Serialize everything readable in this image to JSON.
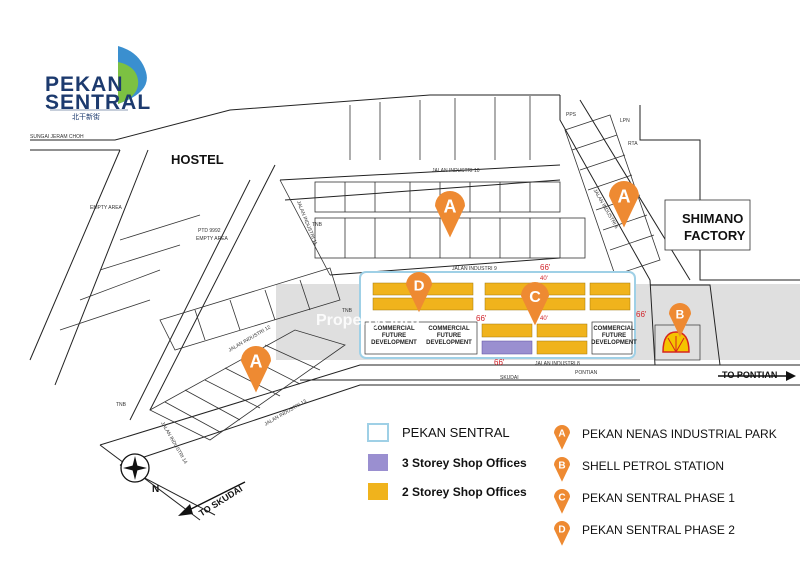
{
  "logo": {
    "line1": "PEKAN",
    "line2": "SENTRAL",
    "chinese": "北干新街"
  },
  "labels": {
    "sungai": "SUNGAI JERAM CHOH",
    "hostel": "HOSTEL",
    "empty_area": "EMPTY AREA",
    "ptd": "PTD 9992",
    "ptd_sub": "EMPTY AREA",
    "shimano1": "SHIMANO",
    "shimano2": "FACTORY",
    "pps": "PPS",
    "lpn": "LPN",
    "rta": "RTA",
    "tnb1": "TNB",
    "tnb2": "TNB",
    "tnb3": "TNB"
  },
  "roads": {
    "jalan_industri_10": "JALAN INDUSTRI 10",
    "jalan_industri_9": "JALAN INDUSTRI 9",
    "jalan_industri_8": "JALAN INDUSTRI 8",
    "jalan_industri_6": "JALAN INDUSTRI 6",
    "jalan_industri_11": "JALAN INDUSTRI 11",
    "jalan_industri_12": "JALAN INDUSTRI 12",
    "jalan_industri_13": "JALAN INDUSTRI 13",
    "jalan_industri_14": "JALAN INDUSTRI 14",
    "skudai": "SKUDAI",
    "pontian": "PONTIAN",
    "to_pontian": "TO PONTIAN",
    "to_skudai": "TO SKUDAI"
  },
  "blocks": {
    "cfd1_l1": "COMMERCIAL",
    "cfd1_l2": "FUTURE",
    "cfd1_l3": "DEVELOPMENT",
    "cfd2_l1": "COMMERCIAL",
    "cfd2_l2": "FUTURE",
    "cfd2_l3": "DEVELOPMENT",
    "cfd3_l1": "COMMERCIAL",
    "cfd3_l2": "FUTURE",
    "cfd3_l3": "DEVELOPMENT"
  },
  "dimensions": {
    "d1": "66'",
    "d2": "40'",
    "d3": "66'",
    "d4": "66'",
    "d5": "40'",
    "d6": "66'"
  },
  "watermark": "PropertyGuru",
  "compass": {
    "north": "N"
  },
  "markers": {
    "a_top": "A",
    "a_left": "A",
    "a_right": "A",
    "b": "B",
    "c": "C",
    "d": "D"
  },
  "legend": {
    "pekan_sentral": "PEKAN SENTRAL",
    "three_storey": "3 Storey Shop Offices",
    "two_storey": "2 Storey Shop Offices",
    "items": [
      {
        "letter": "A",
        "label": "PEKAN NENAS INDUSTRIAL PARK"
      },
      {
        "letter": "B",
        "label": "SHELL PETROL STATION"
      },
      {
        "letter": "C",
        "label": "PEKAN SENTRAL PHASE 1"
      },
      {
        "letter": "D",
        "label": "PEKAN SENTRAL PHASE 2"
      }
    ]
  },
  "colors": {
    "marker_orange": "#ee8a32",
    "two_storey": "#f0b31c",
    "three_storey": "#9a8fd0",
    "pekan_border": "#9fd0e6",
    "road_band": "#d9d9d9",
    "logo_blue": "#1c3a6e",
    "logo_green": "#7cc142"
  }
}
